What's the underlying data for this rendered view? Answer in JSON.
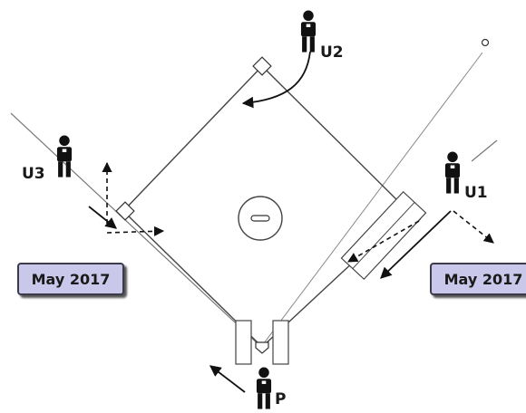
{
  "umpires": [
    {
      "id": "U2",
      "label": "U2"
    },
    {
      "id": "U3",
      "label": "U3"
    },
    {
      "id": "U1",
      "label": "U1"
    },
    {
      "id": "P",
      "label": "P"
    }
  ],
  "badges": {
    "left": "May 2017",
    "right": "May 2017"
  }
}
